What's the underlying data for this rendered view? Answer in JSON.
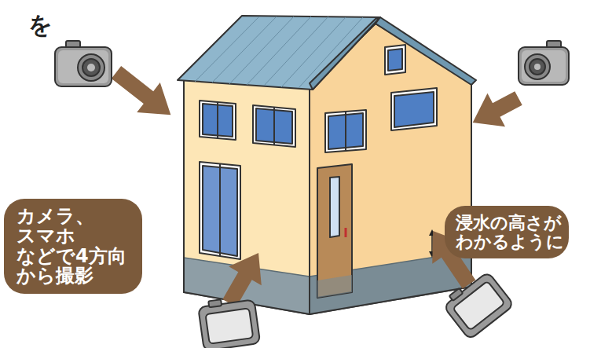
{
  "diagram": {
    "nodes": [
      {
        "text": [
          "カメラ、スマホ などで4方向 から撮影"
        ]
      },
      {
        "text": [
          "浸水の高さが わかるように"
        ]
      }
    ],
    "labels": [
      "を"
    ]
  }
}
